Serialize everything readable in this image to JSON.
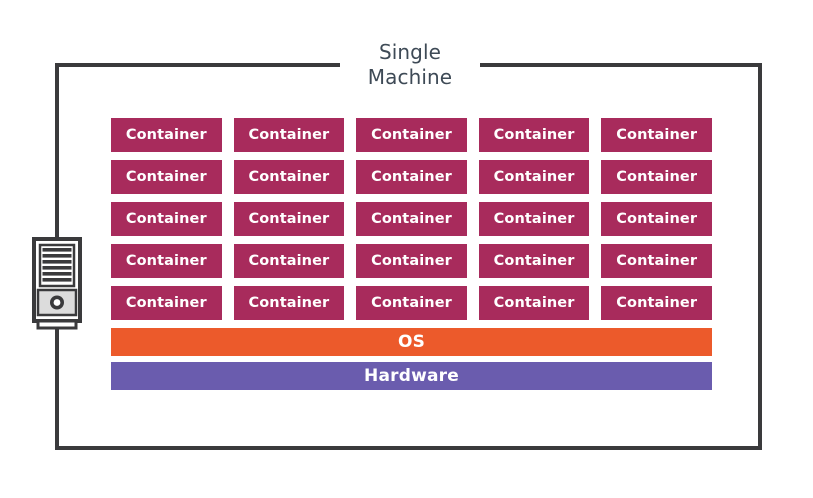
{
  "diagram": {
    "title": "Single\nMachine",
    "title_color": "#3e4a56",
    "frame_color": "#3a3a3c",
    "icon": {
      "name": "server-tower-icon",
      "body_color": "#3a3a3c",
      "panel_color": "#ffffff",
      "base_color": "#d9d9d9"
    },
    "container_grid": {
      "rows": 5,
      "columns": 5,
      "color": "#a82b5c",
      "text_color": "#ffffff",
      "cells": [
        [
          "Container",
          "Container",
          "Container",
          "Container",
          "Container"
        ],
        [
          "Container",
          "Container",
          "Container",
          "Container",
          "Container"
        ],
        [
          "Container",
          "Container",
          "Container",
          "Container",
          "Container"
        ],
        [
          "Container",
          "Container",
          "Container",
          "Container",
          "Container"
        ],
        [
          "Container",
          "Container",
          "Container",
          "Container",
          "Container"
        ]
      ]
    },
    "layers": [
      {
        "label": "OS",
        "color": "#ec5a2b"
      },
      {
        "label": "Hardware",
        "color": "#6a5cae"
      }
    ]
  }
}
